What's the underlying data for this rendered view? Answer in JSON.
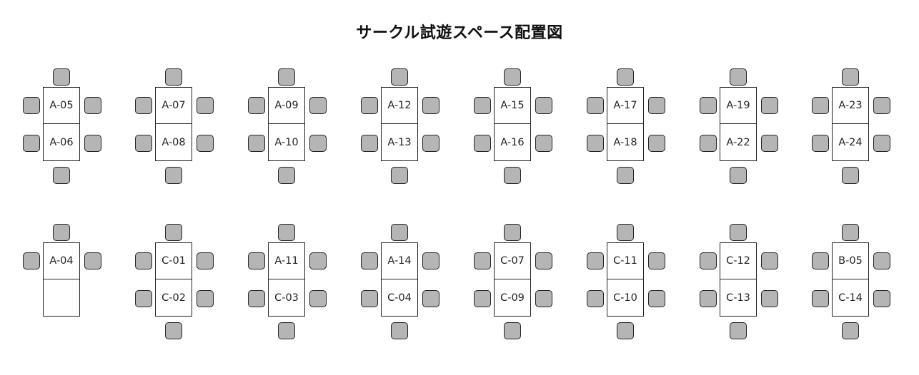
{
  "title": "サークル試遊スペース配置図",
  "rows": [
    [
      {
        "top": "A-05",
        "bottom": "A-06",
        "chairs": [
          "n",
          "s",
          "wt",
          "wb",
          "et",
          "eb"
        ]
      },
      {
        "top": "A-07",
        "bottom": "A-08",
        "chairs": [
          "n",
          "s",
          "wt",
          "wb",
          "et",
          "eb"
        ]
      },
      {
        "top": "A-09",
        "bottom": "A-10",
        "chairs": [
          "n",
          "s",
          "wt",
          "wb",
          "et",
          "eb"
        ]
      },
      {
        "top": "A-12",
        "bottom": "A-13",
        "chairs": [
          "n",
          "s",
          "wt",
          "wb",
          "et",
          "eb"
        ]
      },
      {
        "top": "A-15",
        "bottom": "A-16",
        "chairs": [
          "n",
          "s",
          "wt",
          "wb",
          "et",
          "eb"
        ]
      },
      {
        "top": "A-17",
        "bottom": "A-18",
        "chairs": [
          "n",
          "s",
          "wt",
          "wb",
          "et",
          "eb"
        ]
      },
      {
        "top": "A-19",
        "bottom": "A-22",
        "chairs": [
          "n",
          "s",
          "wt",
          "wb",
          "et",
          "eb"
        ]
      },
      {
        "top": "A-23",
        "bottom": "A-24",
        "chairs": [
          "n",
          "s",
          "wt",
          "wb",
          "et",
          "eb"
        ]
      }
    ],
    [
      {
        "top": "A-04",
        "bottom": "",
        "chairs": [
          "n",
          "wt",
          "et"
        ]
      },
      {
        "top": "C-01",
        "bottom": "C-02",
        "chairs": [
          "n",
          "s",
          "wt",
          "wb",
          "et",
          "eb"
        ]
      },
      {
        "top": "A-11",
        "bottom": "C-03",
        "chairs": [
          "n",
          "s",
          "wt",
          "wb",
          "et",
          "eb"
        ]
      },
      {
        "top": "A-14",
        "bottom": "C-04",
        "chairs": [
          "n",
          "s",
          "wt",
          "wb",
          "et",
          "eb"
        ]
      },
      {
        "top": "C-07",
        "bottom": "C-09",
        "chairs": [
          "n",
          "s",
          "wt",
          "wb",
          "et",
          "eb"
        ]
      },
      {
        "top": "C-11",
        "bottom": "C-10",
        "chairs": [
          "n",
          "s",
          "wt",
          "wb",
          "et",
          "eb"
        ]
      },
      {
        "top": "C-12",
        "bottom": "C-13",
        "chairs": [
          "n",
          "s",
          "wt",
          "wb",
          "et",
          "eb"
        ]
      },
      {
        "top": "B-05",
        "bottom": "C-14",
        "chairs": [
          "n",
          "s",
          "wt",
          "wb",
          "et",
          "eb"
        ]
      }
    ]
  ]
}
